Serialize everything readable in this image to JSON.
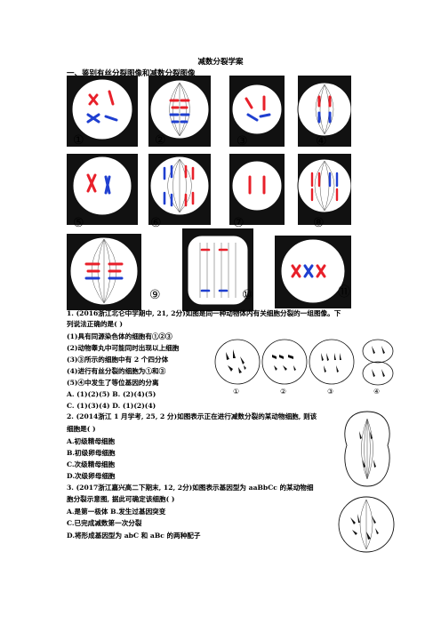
{
  "doc": {
    "title": "减数分裂学案",
    "section1": "一、鉴别有丝分裂图像和减数分裂图像"
  },
  "cell_labels": [
    "①",
    "②",
    "③",
    "④",
    "⑤",
    "⑥",
    "⑦",
    "⑧",
    "⑨",
    "⑩",
    "⑪"
  ],
  "q1": {
    "stem_line1": "1. (2016浙江北仑中学期中, 21, 2分)如图是同一种动物体内有关细胞分裂的一组图像。下",
    "stem_line2": "列说法正确的是(      )",
    "statements": [
      "(1)具有同源染色体的细胞有①②③",
      "(2)动物睾丸中可能同时出现以上细胞",
      "(3)③所示的细胞中有 2 个四分体",
      "(4)进行有丝分裂的细胞为①和③",
      "(5)④中发生了等位基因的分离"
    ],
    "options_line1": "A. (1)(2)(5)  B. (2)(4)(5)",
    "options_line2": "C. (1)(3)(4)  D. (1)(2)(4)",
    "figure_labels": [
      "①",
      "②",
      "③",
      "④"
    ]
  },
  "q2": {
    "stem_line1": "2. (2014浙江 1 月学考, 25, 2 分)如图表示正在进行减数分裂的某动物细胞, 则该",
    "stem_line2": "细胞是(      )",
    "options": [
      "A.初级精母细胞",
      "B.初级卵母细胞",
      "C.次级精母细胞",
      "D.次级卵母细胞"
    ]
  },
  "q3": {
    "stem_line1": "3. (2017浙江嘉兴高二下期末, 12, 2分)如图表示基因型为 aaBbCc 的某动物细",
    "stem_line2": "胞分裂示意图, 据此可确定该细胞(      )",
    "options": [
      "A.是第一极体    B.发生过基因突变",
      "C.已完成减数第一次分裂",
      "D.将形成基因型为 abC 和 aBc 的两种配子"
    ]
  },
  "colors": {
    "red": "#e8202a",
    "blue": "#1f3fd0",
    "black": "#111111"
  }
}
